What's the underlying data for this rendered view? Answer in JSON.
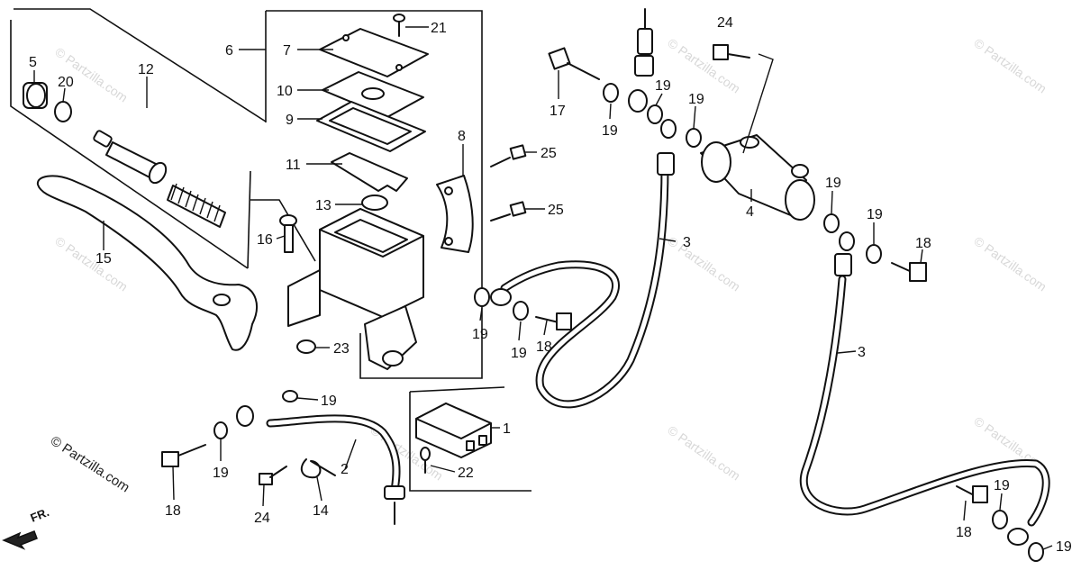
{
  "watermark": {
    "text": "© Partzilla.com",
    "copyright_label": "© Partzilla.com"
  },
  "direction_marker": {
    "label": "FR."
  },
  "callouts": {
    "c1": "1",
    "c2": "2",
    "c3a": "3",
    "c3b": "3",
    "c4": "4",
    "c5": "5",
    "c6": "6",
    "c7": "7",
    "c8": "8",
    "c9": "9",
    "c10": "10",
    "c11": "11",
    "c12": "12",
    "c13": "13",
    "c14": "14",
    "c15": "15",
    "c16": "16",
    "c17": "17",
    "c18a": "18",
    "c18b": "18",
    "c18c": "18",
    "c18d": "18",
    "c19a": "19",
    "c19b": "19",
    "c19c": "19",
    "c19d": "19",
    "c19e": "19",
    "c19f": "19",
    "c19g": "19",
    "c19h": "19",
    "c19i": "19",
    "c19j": "19",
    "c19k": "19",
    "c20": "20",
    "c21": "21",
    "c22": "22",
    "c23": "23",
    "c24a": "24",
    "c24b": "24",
    "c25a": "25",
    "c25b": "25"
  }
}
